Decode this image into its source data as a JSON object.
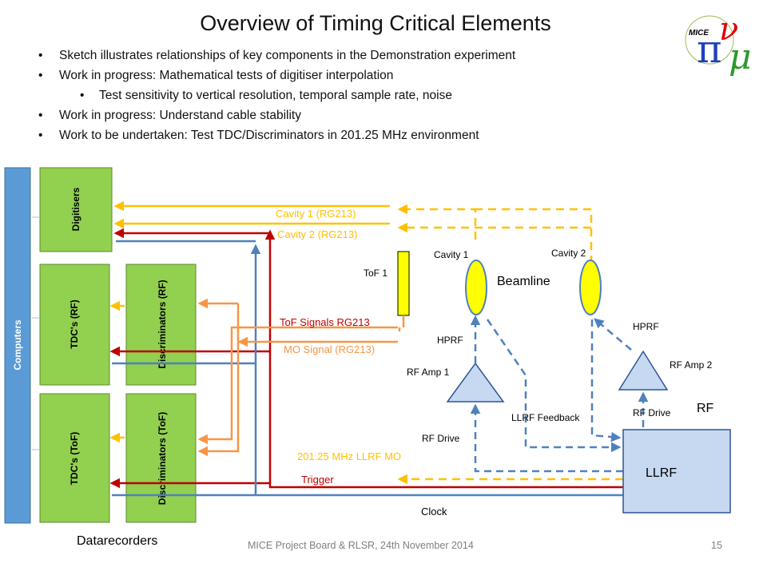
{
  "slide": {
    "title": "Overview of Timing Critical Elements",
    "bullets": [
      {
        "level": 1,
        "text": "Sketch illustrates relationships of key components in the Demonstration experiment"
      },
      {
        "level": 1,
        "text": "Work in progress: Mathematical tests of digitiser interpolation"
      },
      {
        "level": 2,
        "text": "Test sensitivity to vertical resolution, temporal sample rate, noise"
      },
      {
        "level": 1,
        "text": "Work in progress: Understand cable stability"
      },
      {
        "level": 1,
        "text": "Work to be undertaken: Test TDC/Discriminators in 201.25 MHz environment"
      }
    ],
    "bullet_glyph": "•",
    "footer": "MICE Project Board & RLSR, 24th November 2014",
    "page_number": "15",
    "logo": {
      "text": "MICE",
      "symbols": "πνμ"
    }
  },
  "diagram": {
    "blocks": {
      "computers": "Computers",
      "digitisers": "Digitisers",
      "tdc_rf": "TDC's (RF)",
      "disc_rf": "Discriminators (RF)",
      "tdc_tof": "TDC's (ToF)",
      "disc_tof": "Discriminators (ToF)",
      "llrf": "LLRF",
      "tof1": "ToF 1"
    },
    "labels": {
      "datarecorders": "Datarecorders",
      "beamline": "Beamline",
      "rf": "RF",
      "cavity1": "Cavity 1",
      "cavity2": "Cavity 2",
      "hprf1": "HPRF",
      "hprf2": "HPRF",
      "rf_amp1": "RF Amp 1",
      "rf_amp2": "RF Amp 2",
      "rf_drive1": "RF Drive",
      "rf_drive2": "RF Drive",
      "llrf_feedback": "LLRF Feedback",
      "clock": "Clock"
    },
    "signals": {
      "cavity1_rg213": "Cavity 1 (RG213)",
      "cavity2_rg213": "Cavity 2 (RG213)",
      "tof_signals": "ToF Signals RG213",
      "mo_signal": "MO Signal (RG213)",
      "llrf_mo": "201.25 MHz LLRF MO",
      "trigger": "Trigger"
    },
    "colors": {
      "green_block": "#92d050",
      "blue_block": "#5b9bd5",
      "light_blue": "#c6d9f1",
      "cable_yellow": "#ffc000",
      "cable_red": "#c00000",
      "cable_blue": "#4f81bd",
      "cable_orange": "#f79646",
      "dashed_blue": "#4f81bd",
      "cavity_yellow": "#ffff00",
      "label_yellow": "#ffc000",
      "label_red": "#c00000",
      "label_orange": "#f79646"
    }
  }
}
